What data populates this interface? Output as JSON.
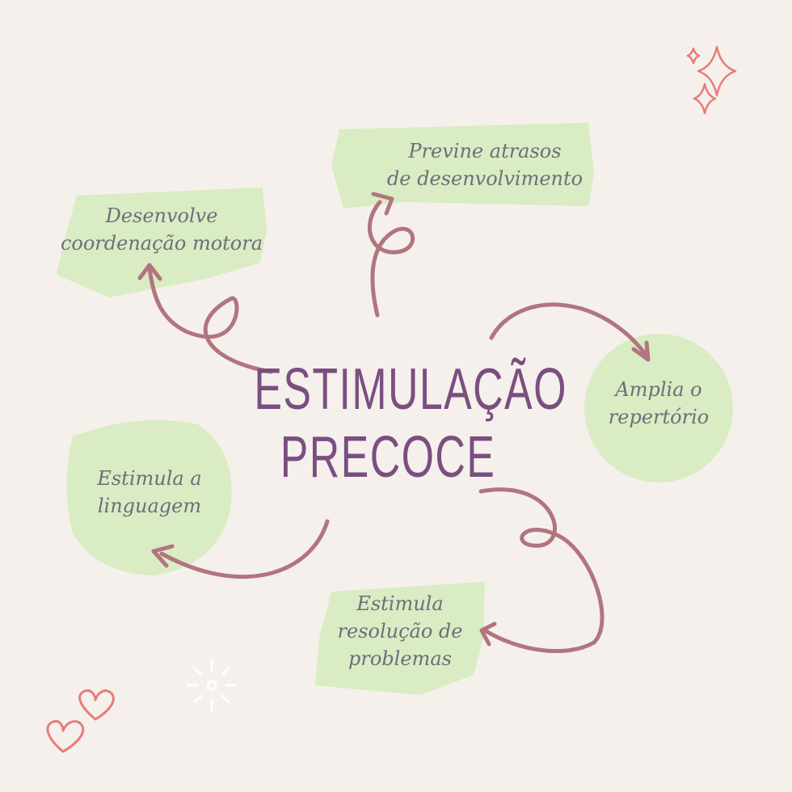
{
  "title": {
    "line1": "ESTIMULAÇÃO",
    "line2": "PRECOCE"
  },
  "nodes": {
    "motor": {
      "line1": "Desenvolve",
      "line2": "coordenação motora"
    },
    "delays": {
      "line1": "Previne atrasos",
      "line2": "de desenvolvimento"
    },
    "repertoire": {
      "line1": "Amplia o",
      "line2": "repertório"
    },
    "language": {
      "line1": "Estimula a",
      "line2": "linguagem"
    },
    "problems": {
      "line1": "Estimula",
      "line2": "resolução de",
      "line3": "problemas"
    }
  },
  "colors": {
    "background": "#f5f0eb",
    "blob": "#d9ecc3",
    "arrow": "#b27480",
    "title": "#7a4f80",
    "label": "#6b6f7a",
    "heart": "#e77c7c",
    "sparkle_white": "#ffffff"
  },
  "icons": [
    "heart-icon",
    "sparkle-icon"
  ]
}
